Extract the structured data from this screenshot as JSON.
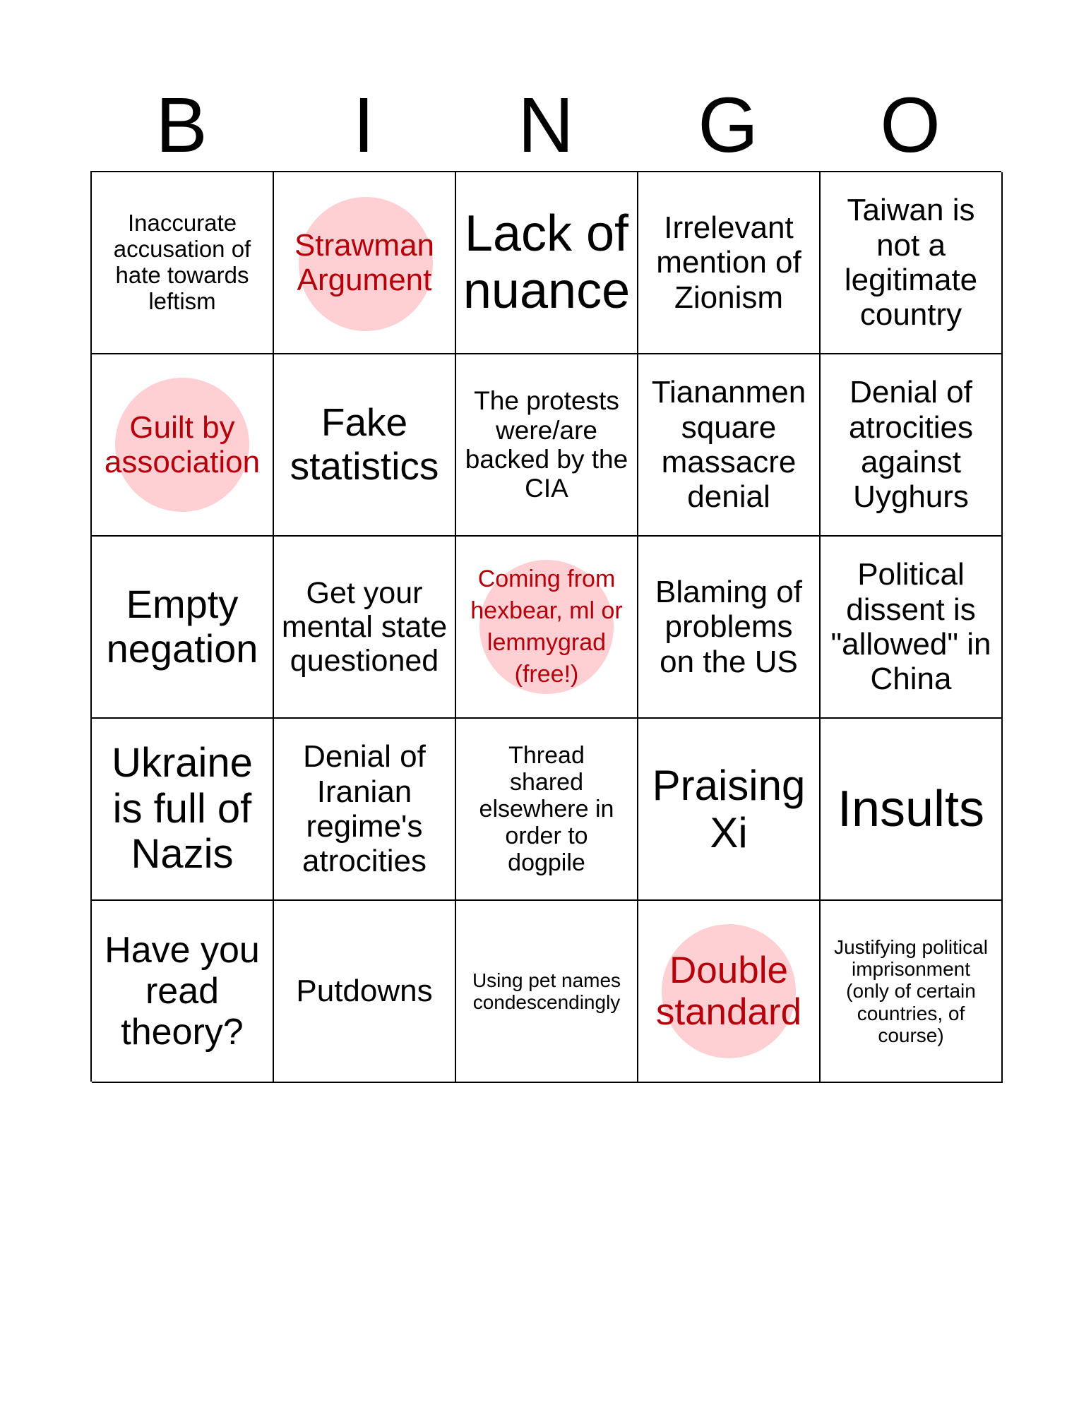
{
  "header": {
    "letters": [
      "B",
      "I",
      "N",
      "G",
      "O"
    ]
  },
  "marker_color": "#ffd0d3",
  "marked_text_color": "#b3000a",
  "cells": [
    {
      "text": "Inaccurate accusation of hate towards leftism",
      "marked": false
    },
    {
      "text": "Strawman Argument",
      "marked": true
    },
    {
      "text": "Lack of nuance",
      "marked": false
    },
    {
      "text": "Irrelevant mention of Zionism",
      "marked": false
    },
    {
      "text": "Taiwan is not a legitimate country",
      "marked": false
    },
    {
      "text": "Guilt by association",
      "marked": true
    },
    {
      "text": "Fake statistics",
      "marked": false
    },
    {
      "text": "The protests were/are backed by the CIA",
      "marked": false
    },
    {
      "text": "Tiananmen square massacre denial",
      "marked": false
    },
    {
      "text": "Denial of atrocities against Uyghurs",
      "marked": false
    },
    {
      "text": "Empty negation",
      "marked": false
    },
    {
      "text": "Get your mental state questioned",
      "marked": false
    },
    {
      "text": "Coming from hexbear, ml or lemmygrad (free!)",
      "marked": true
    },
    {
      "text": "Blaming of problems on the US",
      "marked": false
    },
    {
      "text": "Political dissent is \"allowed\" in China",
      "marked": false
    },
    {
      "text": "Ukraine is full of Nazis",
      "marked": false
    },
    {
      "text": "Denial of Iranian regime's atrocities",
      "marked": false
    },
    {
      "text": "Thread shared elsewhere in order to dogpile",
      "marked": false
    },
    {
      "text": "Praising Xi",
      "marked": false
    },
    {
      "text": "Insults",
      "marked": false
    },
    {
      "text": "Have you read theory?",
      "marked": false
    },
    {
      "text": "Putdowns",
      "marked": false
    },
    {
      "text": "Using pet names condescendingly",
      "marked": false
    },
    {
      "text": "Double standard",
      "marked": true
    },
    {
      "text": "Justifying political imprisonment (only of certain countries, of course)",
      "marked": false
    }
  ]
}
